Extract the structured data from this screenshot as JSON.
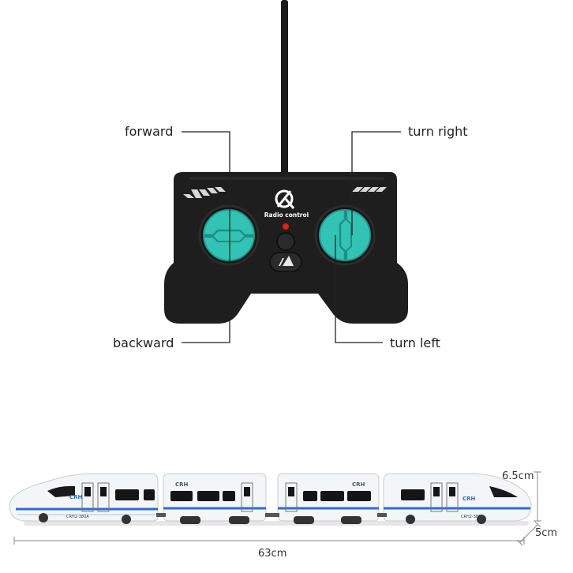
{
  "controls": {
    "forward": "forward",
    "backward": "backward",
    "turn_right": "turn right",
    "turn_left": "turn left"
  },
  "remote": {
    "brand_text": "Radio control"
  },
  "train": {
    "car_badge": "CRH",
    "car_id_front": "CRH2-380A",
    "car_id_rear": "CRH2-380A"
  },
  "dimensions": {
    "length": "63cm",
    "height": "6.5cm",
    "width": "5cm"
  },
  "colors": {
    "remote_body": "#1e1e1e",
    "button_teal": "#33c3b5",
    "indicator_red": "#e0201c",
    "train_white": "#f4f5f7",
    "train_stripe": "#2a6fcc"
  }
}
